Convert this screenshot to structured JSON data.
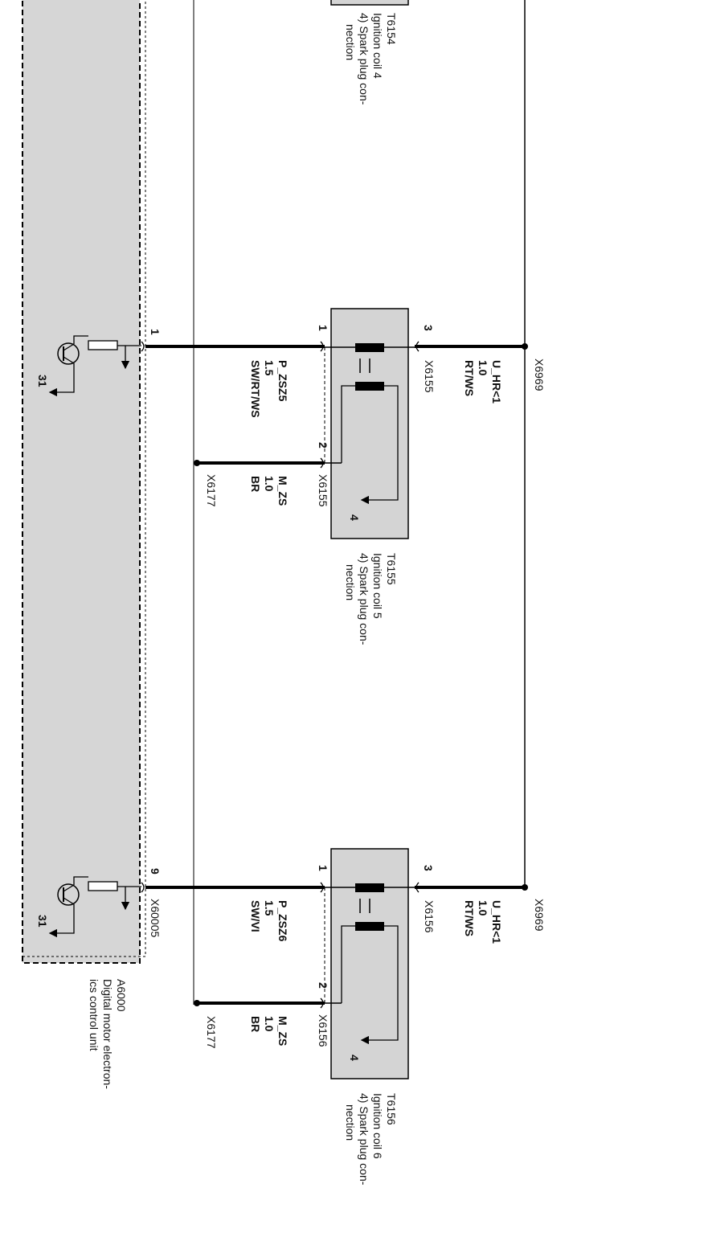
{
  "colors": {
    "ecu_fill": "#d6d6d6",
    "coil_fill": "#d4d4d4",
    "line": "#000000",
    "background": "#ffffff"
  },
  "ecu": {
    "id": "A6000",
    "description_1": "Digital motor electron-",
    "description_2": "ics control unit",
    "connector": "X60005",
    "ground_1": "31",
    "ground_2": "31",
    "pin_1": "1",
    "pin_2": "9"
  },
  "supply_junction": "X6969",
  "ground_junction": "X6177",
  "coils": [
    {
      "id": "T6154",
      "name": "Ignition coil 4",
      "desc_1": "4) Spark plug con-",
      "desc_2": "nection"
    },
    {
      "id": "T6155",
      "name": "Ignition coil 5",
      "desc_1": "4) Spark plug con-",
      "desc_2": "nection",
      "connector": "X6155",
      "pin_supply": "3",
      "pin_signal": "1",
      "pin_ground": "2",
      "pin_spark": "4",
      "supply_wire": {
        "signal": "U_HR<1",
        "size": "1.0",
        "color": "RT/WS"
      },
      "signal_wire": {
        "signal": "P_ZSZ5",
        "size": "1.5",
        "color": "SW/RT/WS"
      },
      "ground_wire": {
        "signal": "M_ZS",
        "size": "1.0",
        "color": "BR"
      }
    },
    {
      "id": "T6156",
      "name": "Ignition coil 6",
      "desc_1": "4) Spark plug con-",
      "desc_2": "nection",
      "connector": "X6156",
      "pin_supply": "3",
      "pin_signal": "1",
      "pin_ground": "2",
      "pin_spark": "4",
      "supply_wire": {
        "signal": "U_HR<1",
        "size": "1.0",
        "color": "RT/WS"
      },
      "signal_wire": {
        "signal": "P_ZSZ6",
        "size": "1.5",
        "color": "SW/VI"
      },
      "ground_wire": {
        "signal": "M_ZS",
        "size": "1.0",
        "color": "BR"
      }
    }
  ]
}
